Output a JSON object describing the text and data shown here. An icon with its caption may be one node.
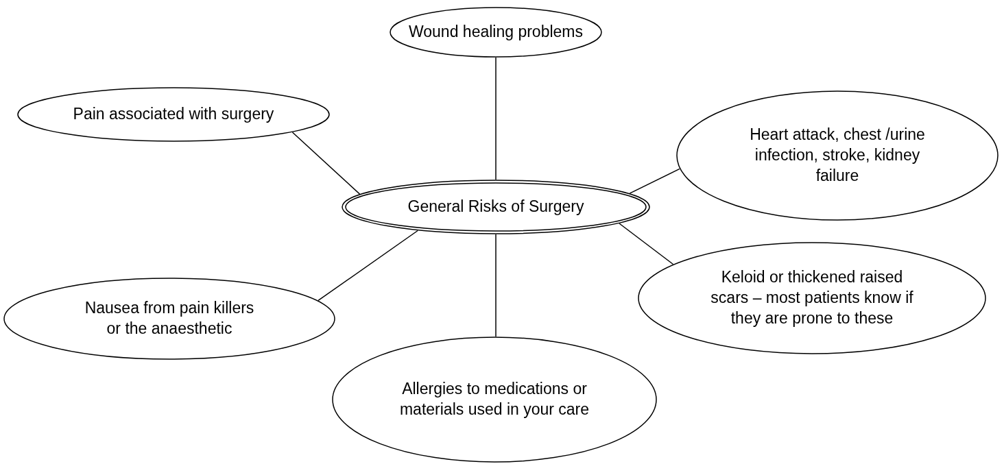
{
  "diagram": {
    "nodes": [
      {
        "text": [
          "Wound healing problems"
        ]
      },
      {
        "text": [
          "Pain associated with surgery"
        ]
      },
      {
        "text": [
          "Heart attack, chest /urine infection, stroke, kidney failure"
        ]
      },
      {
        "text": [
          "General Risks of Surgery"
        ]
      },
      {
        "text": [
          "Keloid or thickened raised scars – most patients know if they are prone to these"
        ]
      },
      {
        "text": [
          "Nausea from pain killers or the anaesthetic"
        ]
      },
      {
        "text": [
          "Allergies to medications or materials used in your care"
        ]
      }
    ],
    "edges": [
      {
        "from": 3,
        "to": 0,
        "arrow": "none"
      },
      {
        "from": 3,
        "to": 1,
        "arrow": "none"
      },
      {
        "from": 3,
        "to": 2,
        "arrow": "none"
      },
      {
        "from": 3,
        "to": 4,
        "arrow": "none"
      },
      {
        "from": 3,
        "to": 5,
        "arrow": "none"
      },
      {
        "from": 3,
        "to": 6,
        "arrow": "none"
      }
    ]
  }
}
